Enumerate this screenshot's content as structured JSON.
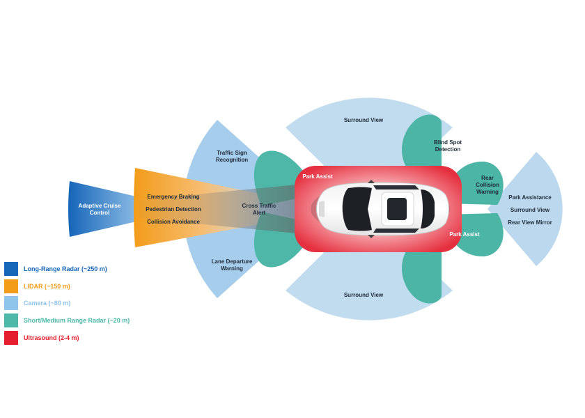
{
  "colors": {
    "long_range_radar": "#1565b8",
    "lidar": "#f39c1a",
    "camera": "#8fc4eb",
    "short_medium_radar": "#4cb8a8",
    "ultrasound": "#e31e2d"
  },
  "labels": {
    "adaptive_cruise_line1": "Adaptive Cruise",
    "adaptive_cruise_line2": "Control",
    "emergency_braking": "Emergency Braking",
    "pedestrian_detection": "Pedestrian Detection",
    "collision_avoidance": "Collision Avoidance",
    "traffic_sign_line1": "Traffic Sign",
    "traffic_sign_line2": "Recognition",
    "cross_traffic_line1": "Cross Traffic",
    "cross_traffic_line2": "Alert",
    "lane_departure_line1": "Lane Departure",
    "lane_departure_line2": "Warning",
    "surround_view_top": "Surround View",
    "surround_view_bottom": "Surround View",
    "blind_spot_line1": "Blind Spot",
    "blind_spot_line2": "Detection",
    "rear_collision_line1": "Rear",
    "rear_collision_line2": "Collision",
    "rear_collision_line3": "Warning",
    "park_assistance": "Park Assistance",
    "surround_view_rear": "Surround View",
    "rear_view_mirror": "Rear View Mirror",
    "park_assist_front": "Park Assist",
    "park_assist_rear": "Park Assist"
  },
  "legend": {
    "items": [
      {
        "label": "Long-Range Radar (~250 m)",
        "color": "#1565b8"
      },
      {
        "label": "LIDAR (~150 m)",
        "color": "#f39c1a"
      },
      {
        "label": "Camera (~80 m)",
        "color": "#8fc4eb"
      },
      {
        "label": "Short/Medium Range Radar (~20 m)",
        "color": "#4cb8a8"
      },
      {
        "label": "Ultrasound (2-4 m)",
        "color": "#e31e2d"
      }
    ]
  }
}
